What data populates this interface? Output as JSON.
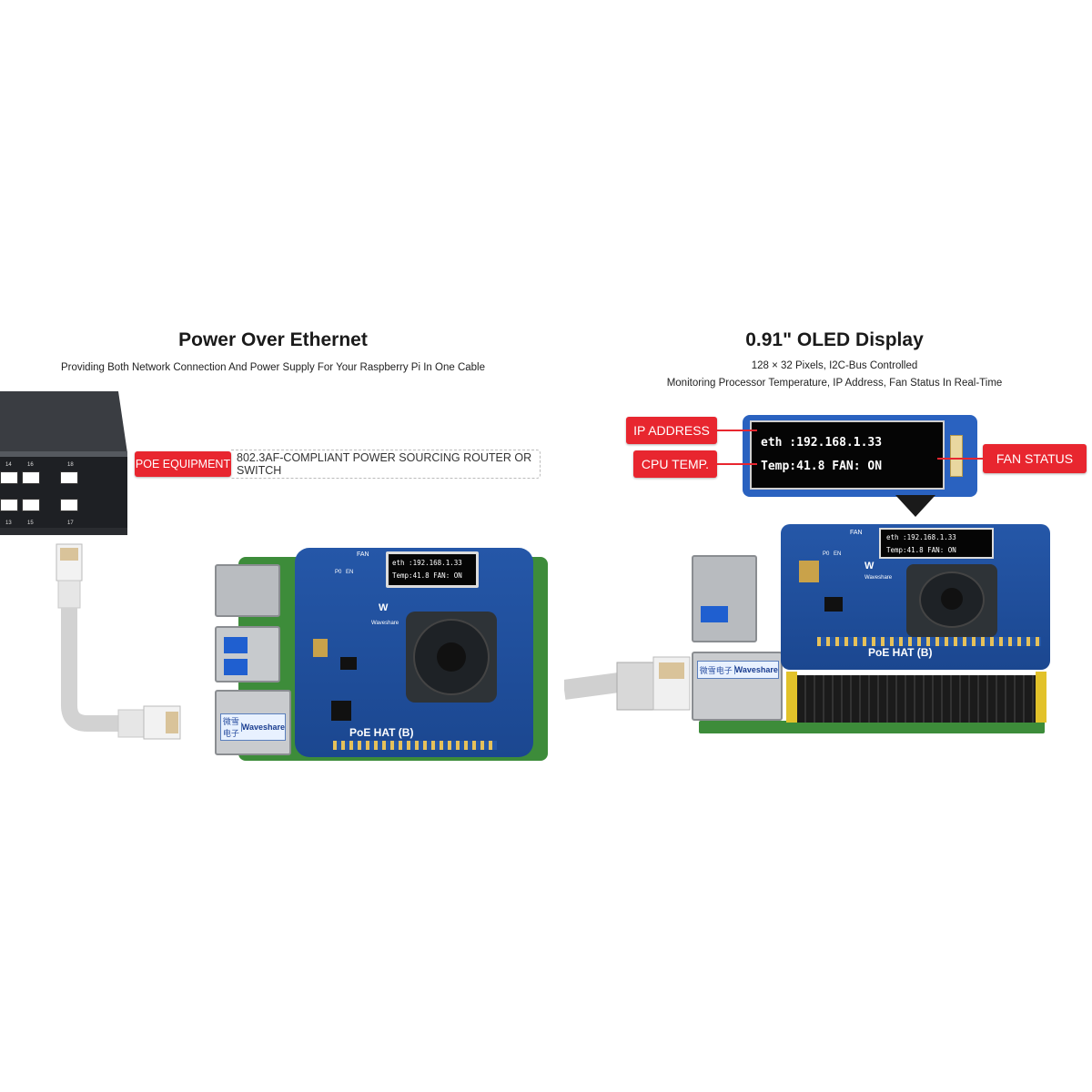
{
  "left": {
    "title": "Power Over Ethernet",
    "subtitle": "Providing Both Network Connection And Power Supply For Your Raspberry Pi In One Cable",
    "poe_tag": "POE EQUIPMENT",
    "poe_desc": "802.3AF-COMPLIANT POWER SOURCING ROUTER OR SWITCH",
    "switch_ports": [
      "14",
      "16",
      "18",
      "13",
      "15",
      "17"
    ],
    "board": {
      "oled_line1": "eth :192.168.1.33",
      "oled_line2": "Temp:41.8  FAN: ON",
      "hat_label": "PoE HAT (B)",
      "brand": "Waveshare",
      "fan_label": "FAN",
      "switch_labels": [
        "P0",
        "EN"
      ],
      "sticker_brand": "Waveshare",
      "sticker_cn": "微雪电子"
    }
  },
  "right": {
    "title": "0.91\" OLED Display",
    "subtitle_1": "128 × 32 Pixels, I2C-Bus Controlled",
    "subtitle_2": "Monitoring Processor Temperature, IP Address, Fan Status In Real-Time",
    "tags": {
      "ip": "IP ADDRESS",
      "cpu": "CPU TEMP.",
      "fan": "FAN STATUS"
    },
    "zoom_oled": {
      "line1": "eth :192.168.1.33",
      "line2": "Temp:41.8  FAN: ON"
    },
    "board": {
      "oled_line1": "eth :192.168.1.33",
      "oled_line2": "Temp:41.8  FAN: ON",
      "hat_label": "PoE HAT (B)",
      "brand": "Waveshare",
      "fan_label": "FAN",
      "switch_labels": [
        "P0",
        "EN"
      ],
      "sticker_brand": "Waveshare",
      "sticker_cn": "微雪电子"
    }
  },
  "colors": {
    "accent_red": "#e8262f",
    "hat_blue": "#1f4f9c",
    "pcb_green": "#3d8c3a"
  }
}
